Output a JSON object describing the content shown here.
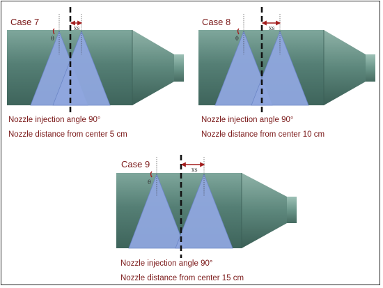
{
  "colors": {
    "pipe_body": "#547f75",
    "pipe_dark": "#3f655c",
    "pipe_light": "#8db0a6",
    "spray": "#8fa6de",
    "spray_stroke": "#6c86c6",
    "arrow": "#a31c1c",
    "text": "#7a1818"
  },
  "cases": [
    {
      "id": "case7",
      "title": "Case 7",
      "angle_caption": "Nozzle injection angle 90°",
      "distance_caption": "Nozzle distance from center 5 cm",
      "theta_symbol": "θ",
      "xs_symbol": "xs"
    },
    {
      "id": "case8",
      "title": "Case 8",
      "angle_caption": "Nozzle injection angle 90°",
      "distance_caption": "Nozzle distance from center 10 cm",
      "theta_symbol": "θ",
      "xs_symbol": "xs"
    },
    {
      "id": "case9",
      "title": "Case 9",
      "angle_caption": "Nozzle injection angle 90°",
      "distance_caption": "Nozzle distance from center 15 cm",
      "theta_symbol": "θ",
      "xs_symbol": "xs"
    }
  ]
}
